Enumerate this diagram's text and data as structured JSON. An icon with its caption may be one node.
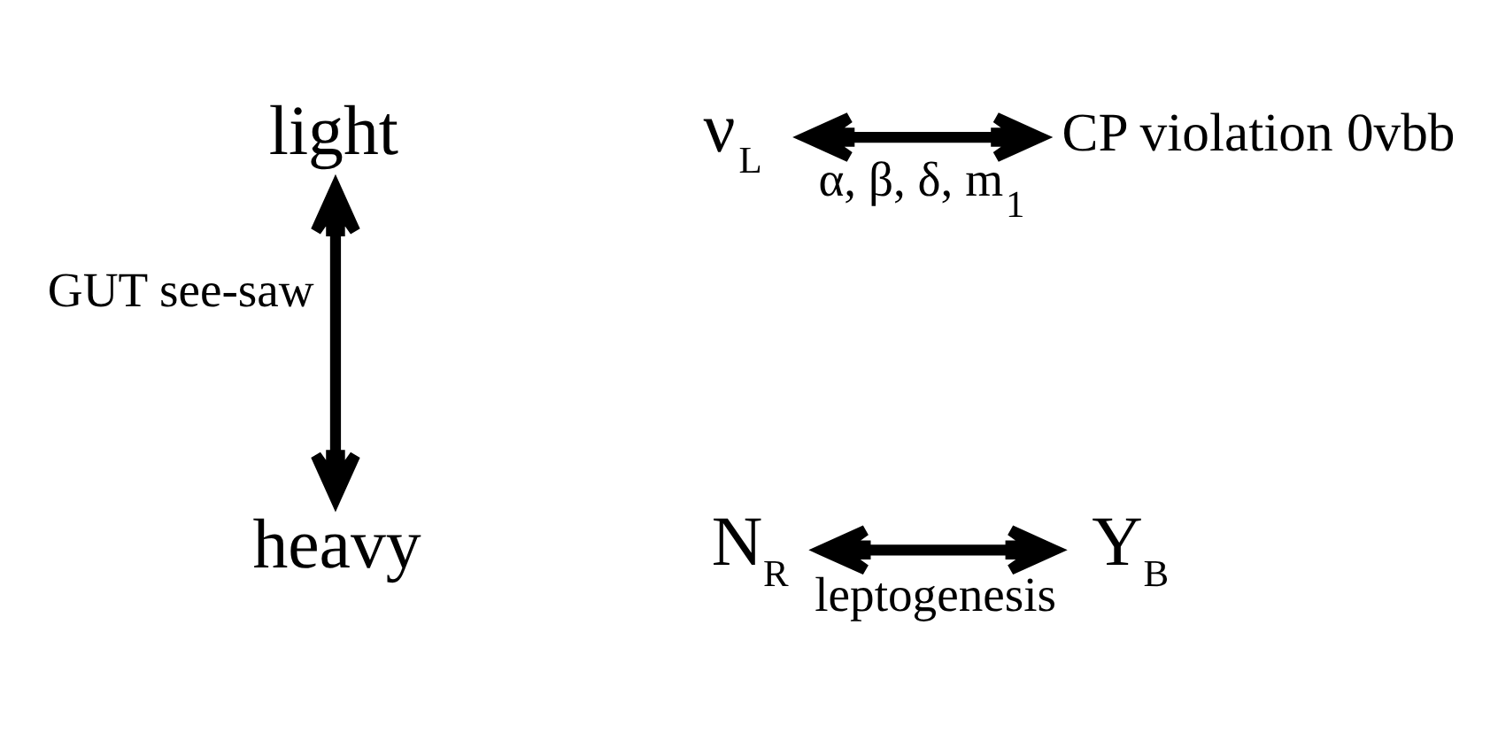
{
  "diagram": {
    "nodes": [
      {
        "text": [
          "light"
        ]
      },
      {
        "text": [
          "ν$_{L}$"
        ]
      },
      {
        "text": [
          "CP violation 0vbb"
        ]
      },
      {
        "text": [
          "heavy"
        ]
      },
      {
        "text": [
          "N$_{R}$"
        ]
      },
      {
        "text": [
          "Y$_{B}$"
        ]
      }
    ],
    "edges": [
      {
        "from": 1,
        "to": 2,
        "arrow": "both",
        "label": "α, β, δ, m$_{1}$"
      },
      {
        "from": 0,
        "to": 3,
        "arrow": "both",
        "label": "GUT see-saw"
      },
      {
        "from": 4,
        "to": 5,
        "arrow": "both",
        "label": "leptogenesis"
      }
    ]
  }
}
